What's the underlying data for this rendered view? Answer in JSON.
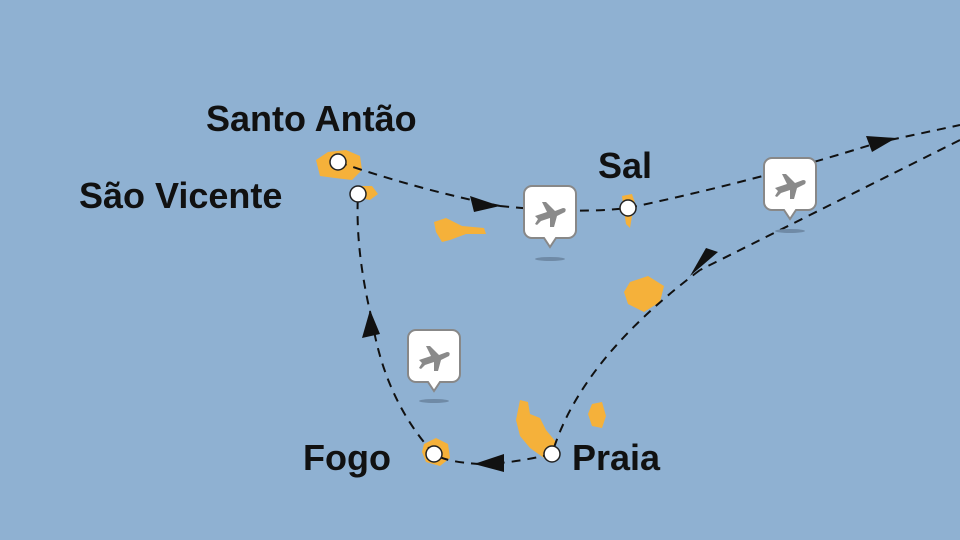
{
  "colors": {
    "sea": "#8fb1d2",
    "island": "#f5b13a",
    "route": "#111111"
  },
  "places": [
    {
      "name": "Santo Antão"
    },
    {
      "name": "São Vicente"
    },
    {
      "name": "Sal"
    },
    {
      "name": "Fogo"
    },
    {
      "name": "Praia"
    }
  ],
  "markers": [
    {
      "icon": "airplane-icon",
      "type": "flight"
    },
    {
      "icon": "airplane-icon",
      "type": "flight"
    },
    {
      "icon": "airplane-icon",
      "type": "flight"
    }
  ]
}
